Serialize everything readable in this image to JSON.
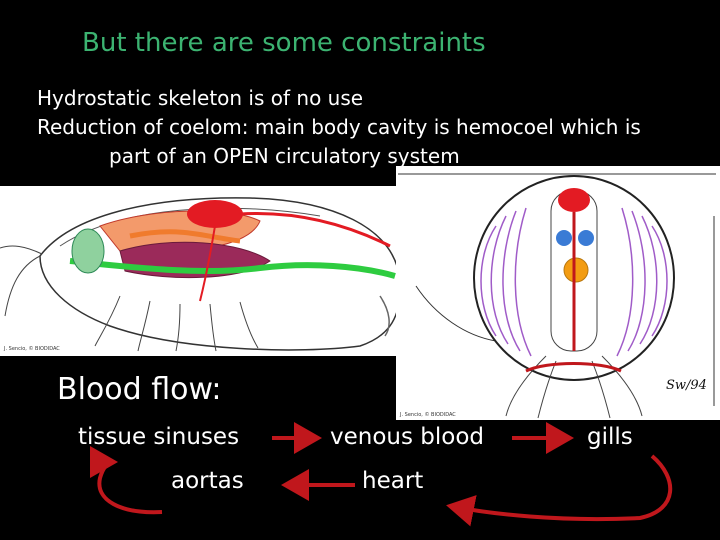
{
  "slide": {
    "title": "But there are some constraints",
    "bullets": [
      "Hydrostatic skeleton is of no use",
      "Reduction of coelom: main body cavity is hemocoel which is",
      "part of an OPEN circulatory system"
    ]
  },
  "figures": {
    "left_credit": "J. Sencio, © BIODIDAC",
    "right_credit": "J. Sencio, © BIODIDAC",
    "signature": "Sw/94"
  },
  "flow": {
    "heading": "Blood flow:",
    "tissue_sinuses": "tissue sinuses",
    "venous_blood": "venous blood",
    "gills": "gills",
    "aortas": "aortas",
    "heart": "heart"
  },
  "colors": {
    "title": "#3cb371",
    "arrow": "#c0171c",
    "background": "#000000"
  }
}
